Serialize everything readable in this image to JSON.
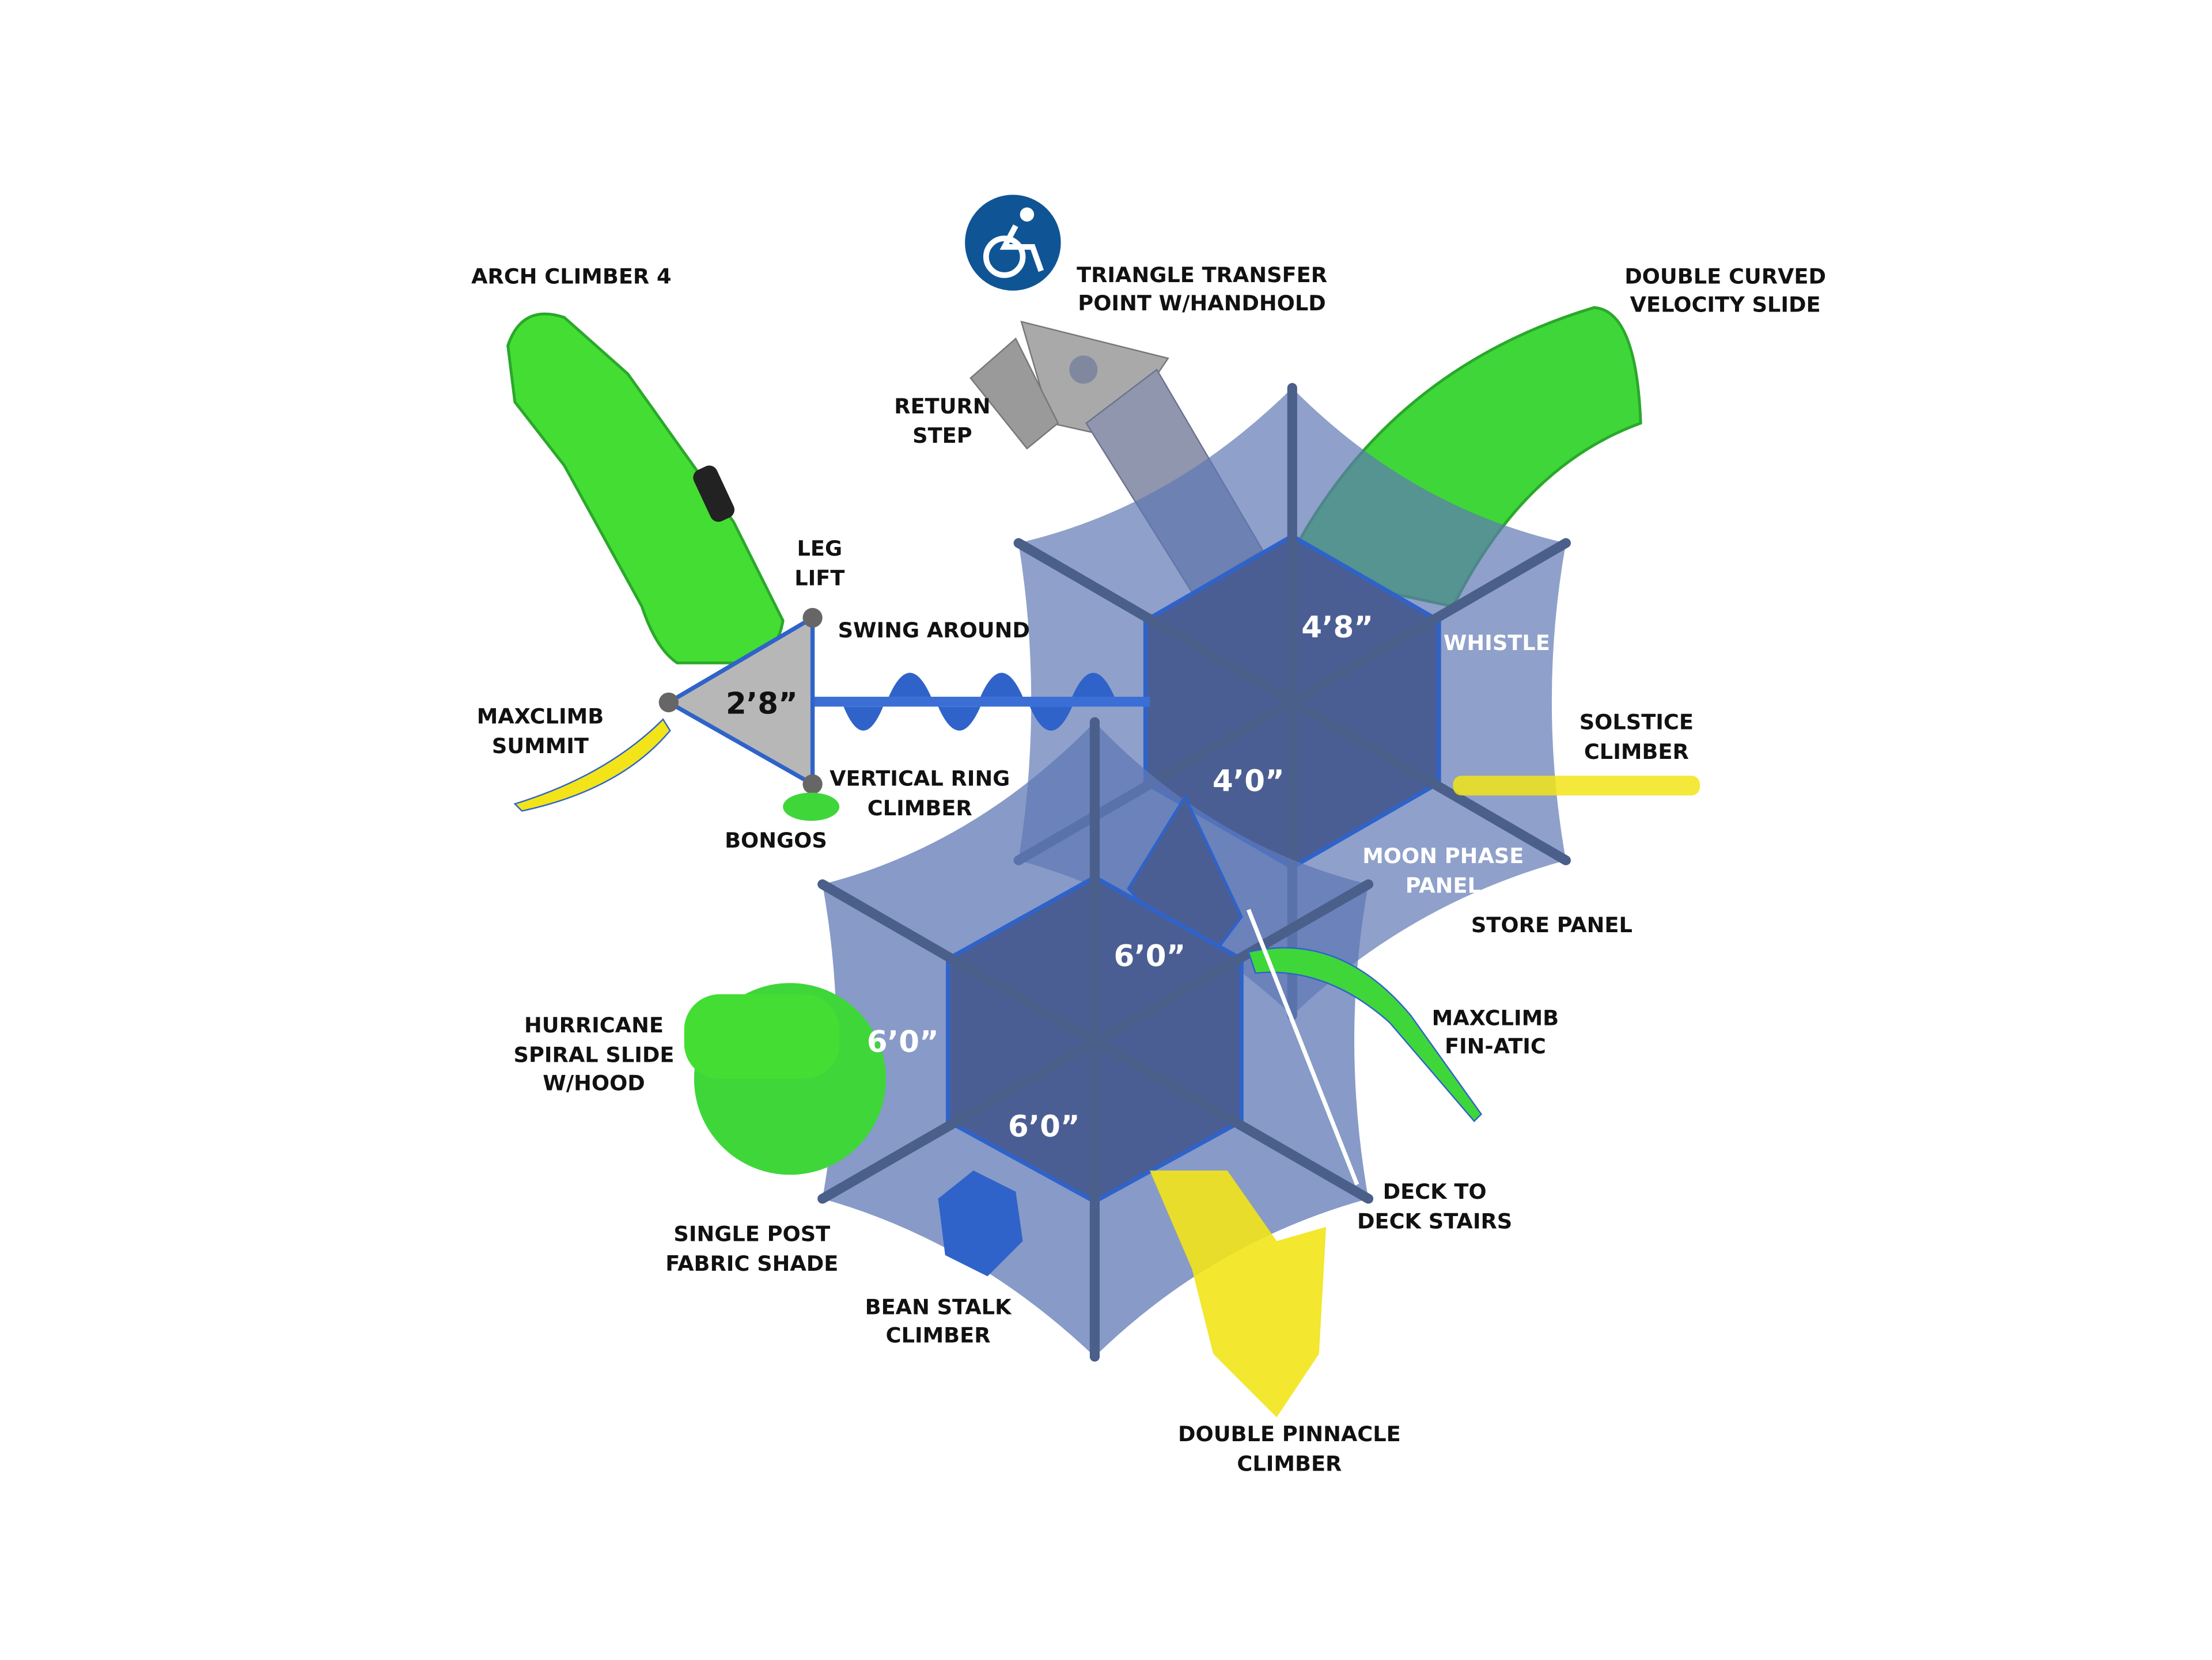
{
  "labels": {
    "arch_climber": "ARCH CLIMBER 4",
    "triangle_transfer": [
      "TRIANGLE TRANSFER",
      "POINT W/HANDHOLD"
    ],
    "double_curved": [
      "DOUBLE CURVED",
      "VELOCITY SLIDE"
    ],
    "return_step": [
      "RETURN",
      "STEP"
    ],
    "leg_lift": [
      "LEG",
      "LIFT"
    ],
    "swing_around": "SWING AROUND",
    "whistle": "WHISTLE",
    "maxclimb_summit": [
      "MAXCLIMB",
      "SUMMIT"
    ],
    "solstice": [
      "SOLSTICE",
      "CLIMBER"
    ],
    "vertical_ring": [
      "VERTICAL RING",
      "CLIMBER"
    ],
    "bongos": "BONGOS",
    "moon_phase": [
      "MOON PHASE",
      "PANEL"
    ],
    "store_panel": "STORE PANEL",
    "hurricane": [
      "HURRICANE",
      "SPIRAL SLIDE",
      "W/HOOD"
    ],
    "maxclimb_finatic": [
      "MAXCLIMB",
      "FIN-ATIC"
    ],
    "deck_stairs": [
      "DECK TO",
      "DECK STAIRS"
    ],
    "single_post": [
      "SINGLE POST",
      "FABRIC SHADE"
    ],
    "bean_stalk": [
      "BEAN STALK",
      "CLIMBER"
    ],
    "double_pinnacle": [
      "DOUBLE PINNACLE",
      "CLIMBER"
    ]
  },
  "deck_heights": {
    "triangle": "2’8”",
    "upper_a": "4’8”",
    "upper_b": "4’0”",
    "lower_a": "6’0”",
    "lower_b": "6’0”",
    "lower_c": "6’0”"
  },
  "icons": {
    "accessibility": "wheelchair-accessibility-icon"
  },
  "colors": {
    "shade": "#5f78b5",
    "green": "#3fd63a",
    "yellow": "#f2e418",
    "blue": "#2f63c9",
    "deck": "#4b5e93",
    "accessible": "#0f5595"
  }
}
